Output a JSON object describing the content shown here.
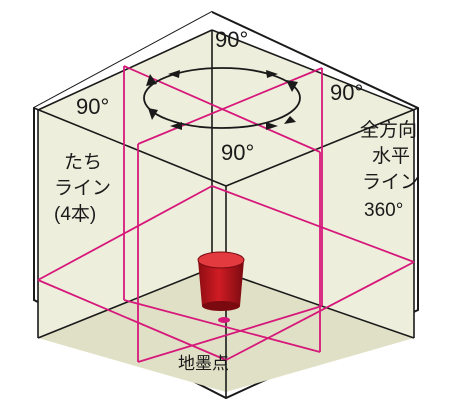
{
  "labels": {
    "angle_top": "90°",
    "angle_left": "90°",
    "angle_right": "90°",
    "angle_front": "90°",
    "vertical_lines": [
      "たち",
      "ライン",
      "(4本)"
    ],
    "horizontal_line": [
      "全方向",
      "水平",
      "ライン",
      "360°"
    ],
    "ground_point": "地墨点"
  },
  "colors": {
    "laser": "#d6187a",
    "device": "#c8161d",
    "room_fill": "#eeeedc",
    "floor_fill": "#e0e0c6",
    "outline": "#1a1a1a"
  }
}
